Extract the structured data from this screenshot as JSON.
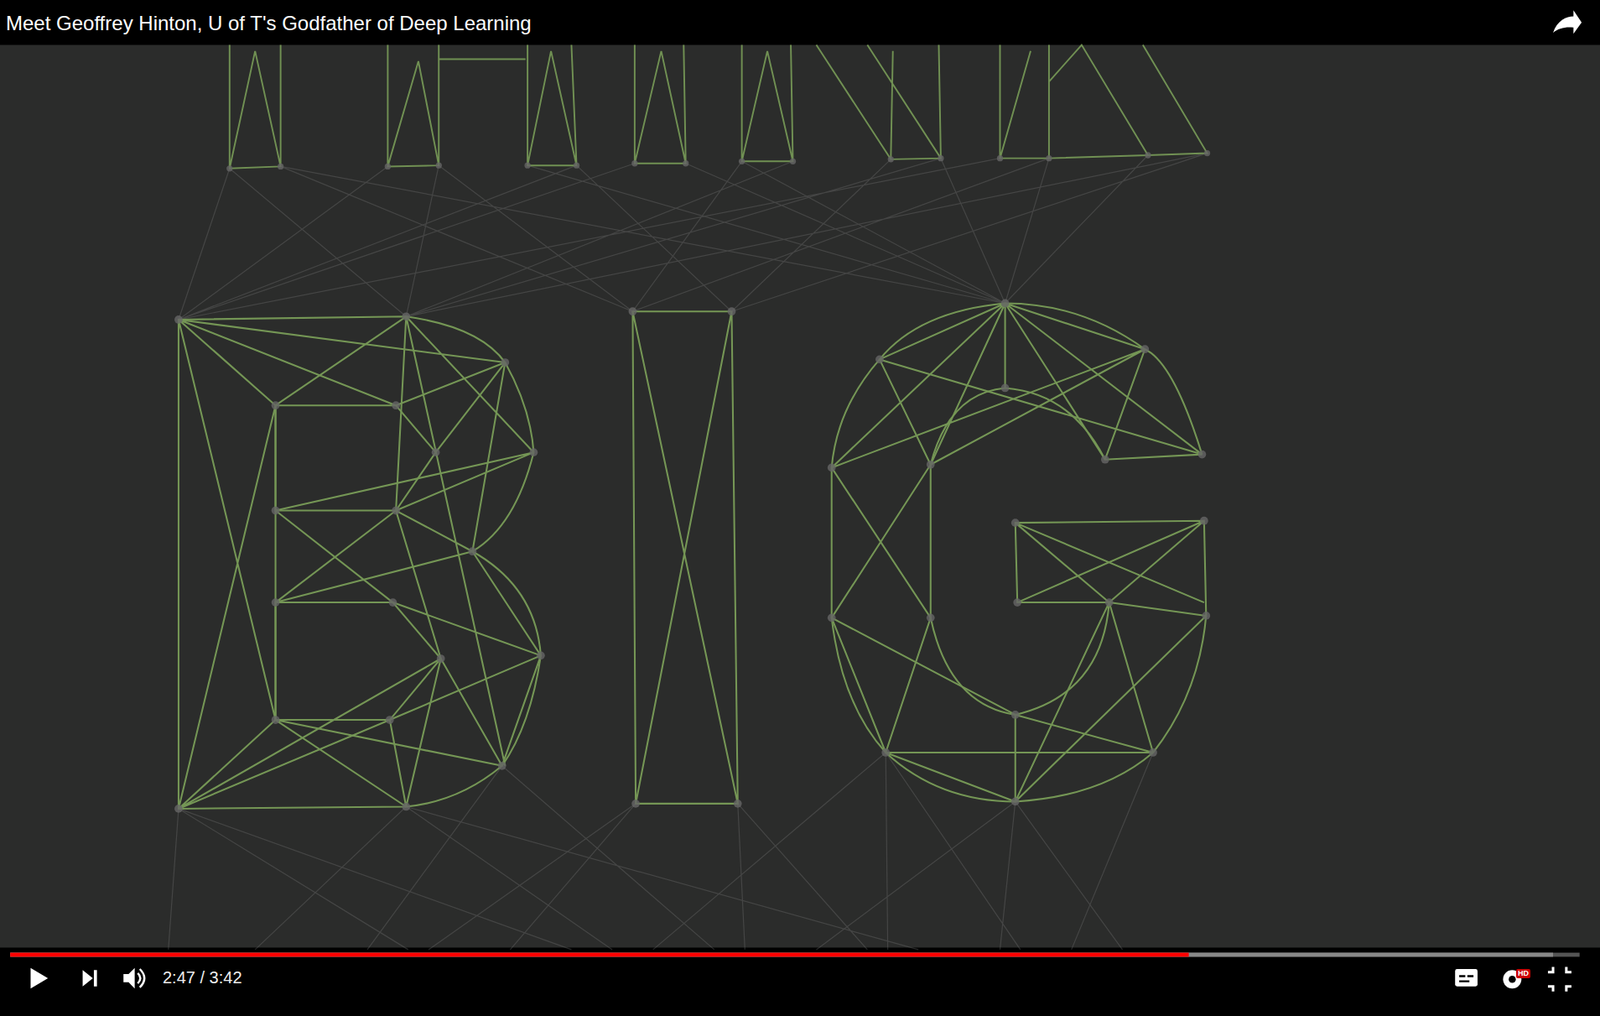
{
  "diagram": {
    "title": "Meet Geoffrey Hinton, U of T's Godfather of Deep Learning",
    "labels": [
      "2:47 / 3:42",
      "HD"
    ]
  }
}
